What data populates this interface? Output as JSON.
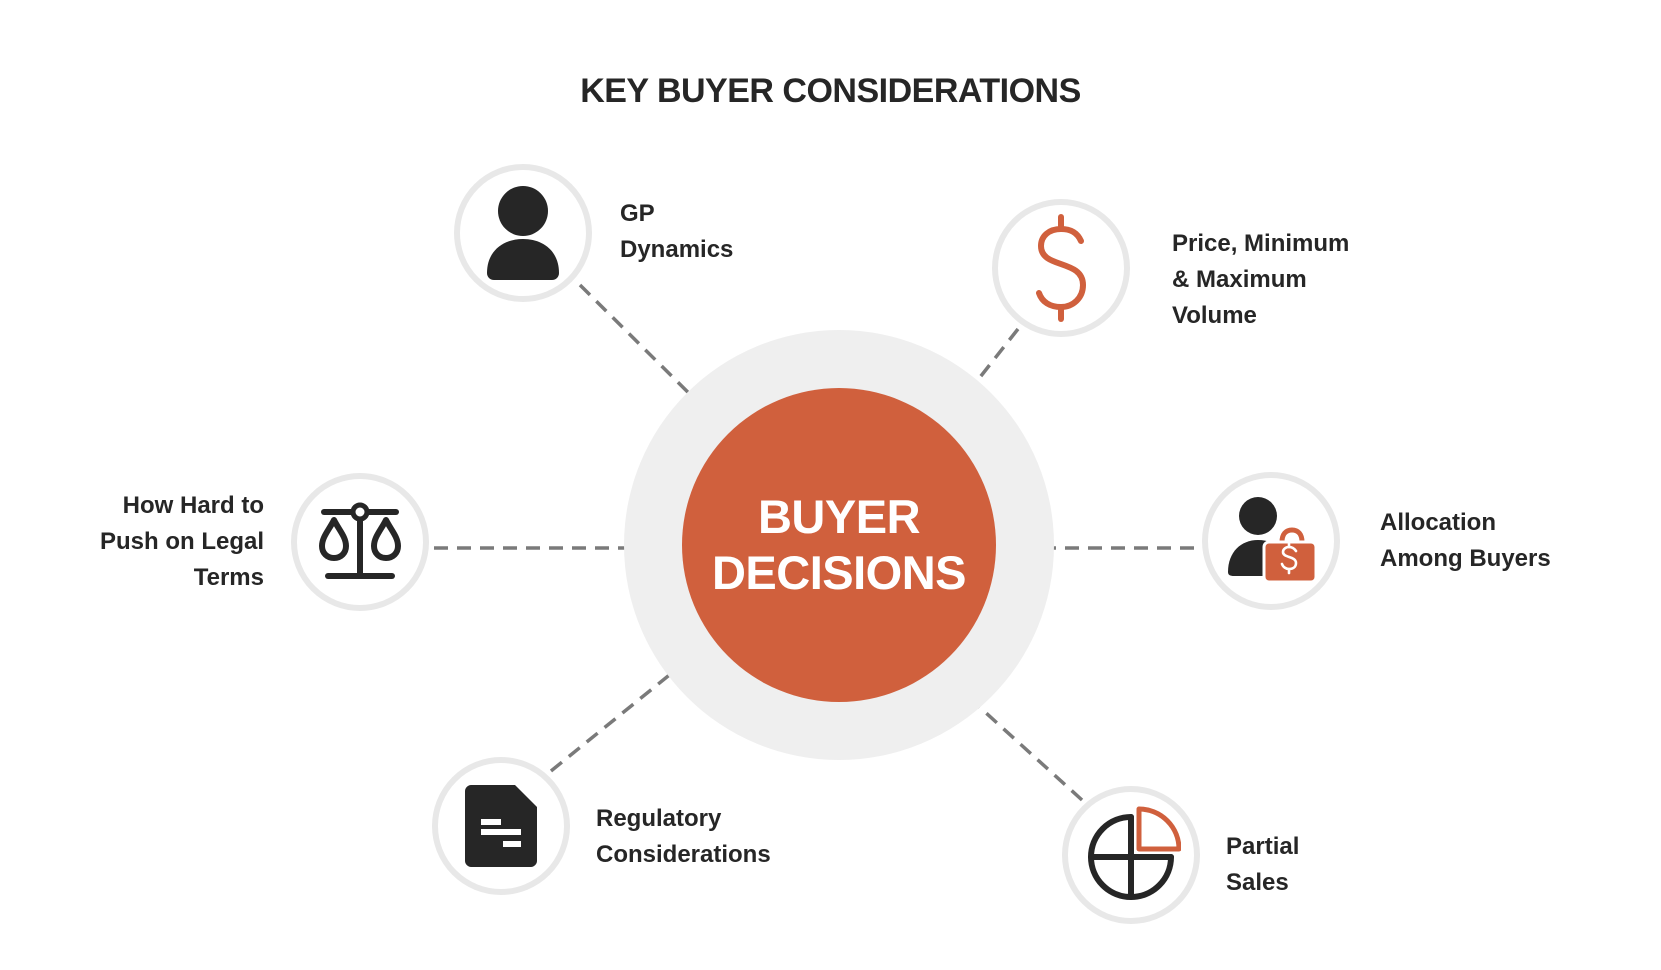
{
  "title": "KEY BUYER CONSIDERATIONS",
  "center": {
    "lines": [
      "BUYER",
      "DECISIONS"
    ]
  },
  "colors": {
    "accent": "#d0603d",
    "dark": "#262626",
    "ring": "#e8e8e8",
    "halo": "#efefef",
    "connector": "#7a7a7a"
  },
  "nodes": [
    {
      "id": "gp-dynamics",
      "icon": "person-icon",
      "label_lines": [
        "GP",
        "Dynamics"
      ]
    },
    {
      "id": "price-volume",
      "icon": "dollar-icon",
      "label_lines": [
        "Price, Minimum",
        "& Maximum",
        "Volume"
      ]
    },
    {
      "id": "legal-terms",
      "icon": "scales-icon",
      "label_lines": [
        "How Hard to",
        "Push on Legal",
        "Terms"
      ]
    },
    {
      "id": "allocation",
      "icon": "person-money-bag-icon",
      "label_lines": [
        "Allocation",
        "Among Buyers"
      ]
    },
    {
      "id": "regulatory",
      "icon": "document-icon",
      "label_lines": [
        "Regulatory",
        "Considerations"
      ]
    },
    {
      "id": "partial-sales",
      "icon": "pie-chart-icon",
      "label_lines": [
        "Partial",
        "Sales"
      ]
    }
  ]
}
